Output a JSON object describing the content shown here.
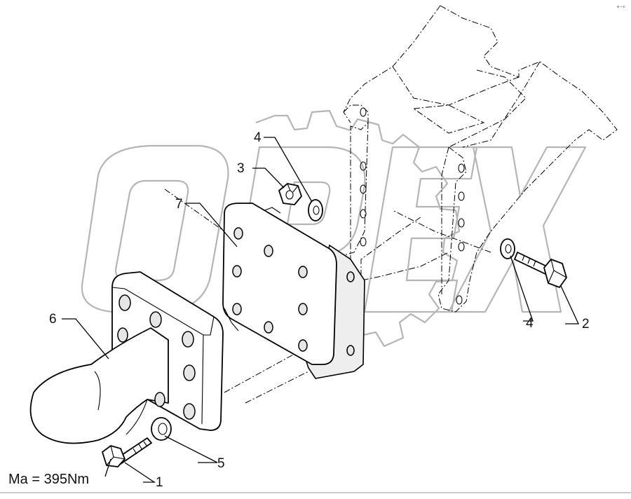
{
  "diagram": {
    "watermark_text": "OPEX",
    "corner_mark": "ᵉ⁻ᶜ",
    "torque_note": "Ma = 395Nm",
    "callouts": [
      {
        "id": "c1",
        "label": "1"
      },
      {
        "id": "c2",
        "label": "2"
      },
      {
        "id": "c3",
        "label": "3"
      },
      {
        "id": "c4a",
        "label": "4"
      },
      {
        "id": "c4b",
        "label": "4"
      },
      {
        "id": "c5",
        "label": "5"
      },
      {
        "id": "c6",
        "label": "6"
      },
      {
        "id": "c7",
        "label": "7"
      }
    ]
  }
}
